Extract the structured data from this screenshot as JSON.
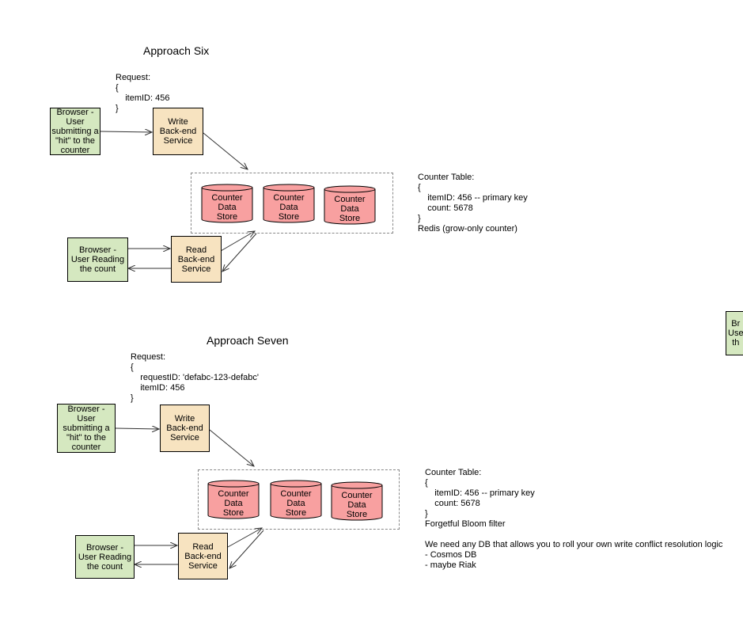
{
  "six": {
    "title": "Approach Six",
    "request": "Request:\n{\n    itemID: 456\n}",
    "browser_write": "Browser -\nUser\nsubmitting a\n\"hit\" to the\ncounter",
    "write_service": "Write\nBack-end\nService",
    "stores": [
      "Counter\nData\nStore",
      "Counter\nData\nStore",
      "Counter\nData\nStore"
    ],
    "browser_read": "Browser -\nUser Reading\nthe count",
    "read_service": "Read\nBack-end\nService",
    "table_note": "Counter Table:\n{\n    itemID: 456 -- primary key\n    count: 5678\n}\nRedis (grow-only counter)"
  },
  "seven": {
    "title": "Approach Seven",
    "request": "Request:\n{\n    requestID: 'defabc-123-defabc'\n    itemID: 456\n}",
    "browser_write": "Browser -\nUser\nsubmitting a\n\"hit\" to the\ncounter",
    "write_service": "Write\nBack-end\nService",
    "stores": [
      "Counter\nData\nStore",
      "Counter\nData\nStore",
      "Counter\nData\nStore"
    ],
    "browser_read": "Browser -\nUser Reading\nthe count",
    "read_service": "Read\nBack-end\nService",
    "table_note": "Counter Table:\n{\n    itemID: 456 -- primary key\n    count: 5678\n}\nForgetful Bloom filter\n\nWe need any DB that allows you to roll your own write conflict resolution logic\n- Cosmos DB\n- maybe Riak"
  },
  "edge_box": "Br\nUse\nth",
  "colors": {
    "browser": "#d5e8c0",
    "service": "#f7e3c0",
    "store": "#f8a0a0"
  }
}
